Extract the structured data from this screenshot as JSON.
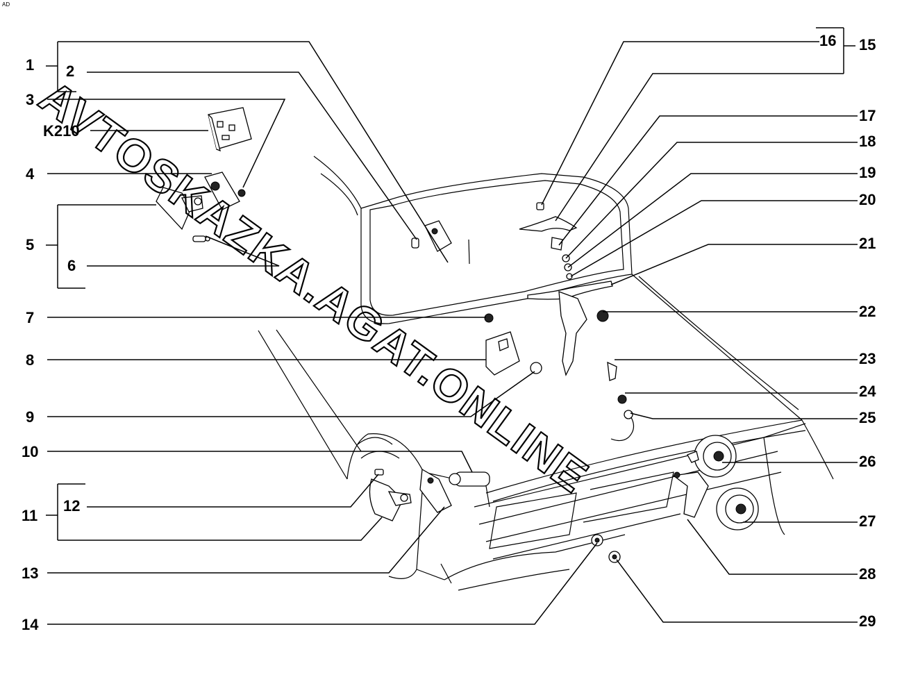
{
  "corner_mark": "AD",
  "watermark": "AVTOSKAZKA.AGAT.ONLINE",
  "callouts_left": [
    {
      "id": "c1",
      "label": "1"
    },
    {
      "id": "c2",
      "label": "2"
    },
    {
      "id": "c3",
      "label": "3"
    },
    {
      "id": "ck210",
      "label": "K210"
    },
    {
      "id": "c4",
      "label": "4"
    },
    {
      "id": "c5",
      "label": "5"
    },
    {
      "id": "c6",
      "label": "6"
    },
    {
      "id": "c7",
      "label": "7"
    },
    {
      "id": "c8",
      "label": "8"
    },
    {
      "id": "c9",
      "label": "9"
    },
    {
      "id": "c10",
      "label": "10"
    },
    {
      "id": "c11",
      "label": "11"
    },
    {
      "id": "c12",
      "label": "12"
    },
    {
      "id": "c13",
      "label": "13"
    },
    {
      "id": "c14",
      "label": "14"
    }
  ],
  "callouts_right": [
    {
      "id": "c15",
      "label": "15"
    },
    {
      "id": "c16",
      "label": "16"
    },
    {
      "id": "c17",
      "label": "17"
    },
    {
      "id": "c18",
      "label": "18"
    },
    {
      "id": "c19",
      "label": "19"
    },
    {
      "id": "c20",
      "label": "20"
    },
    {
      "id": "c21",
      "label": "21"
    },
    {
      "id": "c22",
      "label": "22"
    },
    {
      "id": "c23",
      "label": "23"
    },
    {
      "id": "c24",
      "label": "24"
    },
    {
      "id": "c25",
      "label": "25"
    },
    {
      "id": "c26",
      "label": "26"
    },
    {
      "id": "c27",
      "label": "27"
    },
    {
      "id": "c28",
      "label": "28"
    },
    {
      "id": "c29",
      "label": "29"
    }
  ]
}
